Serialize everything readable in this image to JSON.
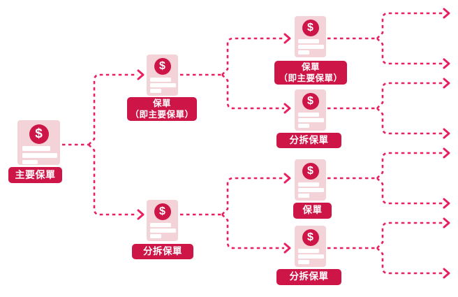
{
  "colors": {
    "accent": "#CE1548",
    "connector_line": "#E8205F",
    "document_fill": "#F3D3D8",
    "text_on_accent": "#FFFFFF"
  },
  "icon": {
    "dollar": "$"
  },
  "nodes": {
    "main": {
      "label": "主要保單"
    },
    "mid_top": {
      "line1": "保單",
      "line2": "（即主要保單）"
    },
    "mid_bottom": {
      "label": "分拆保單"
    },
    "right_1": {
      "line1": "保單",
      "line2": "（即主要保單）"
    },
    "right_2": {
      "label": "分拆保單"
    },
    "right_3": {
      "label": "保單"
    },
    "right_4": {
      "label": "分拆保單"
    }
  }
}
